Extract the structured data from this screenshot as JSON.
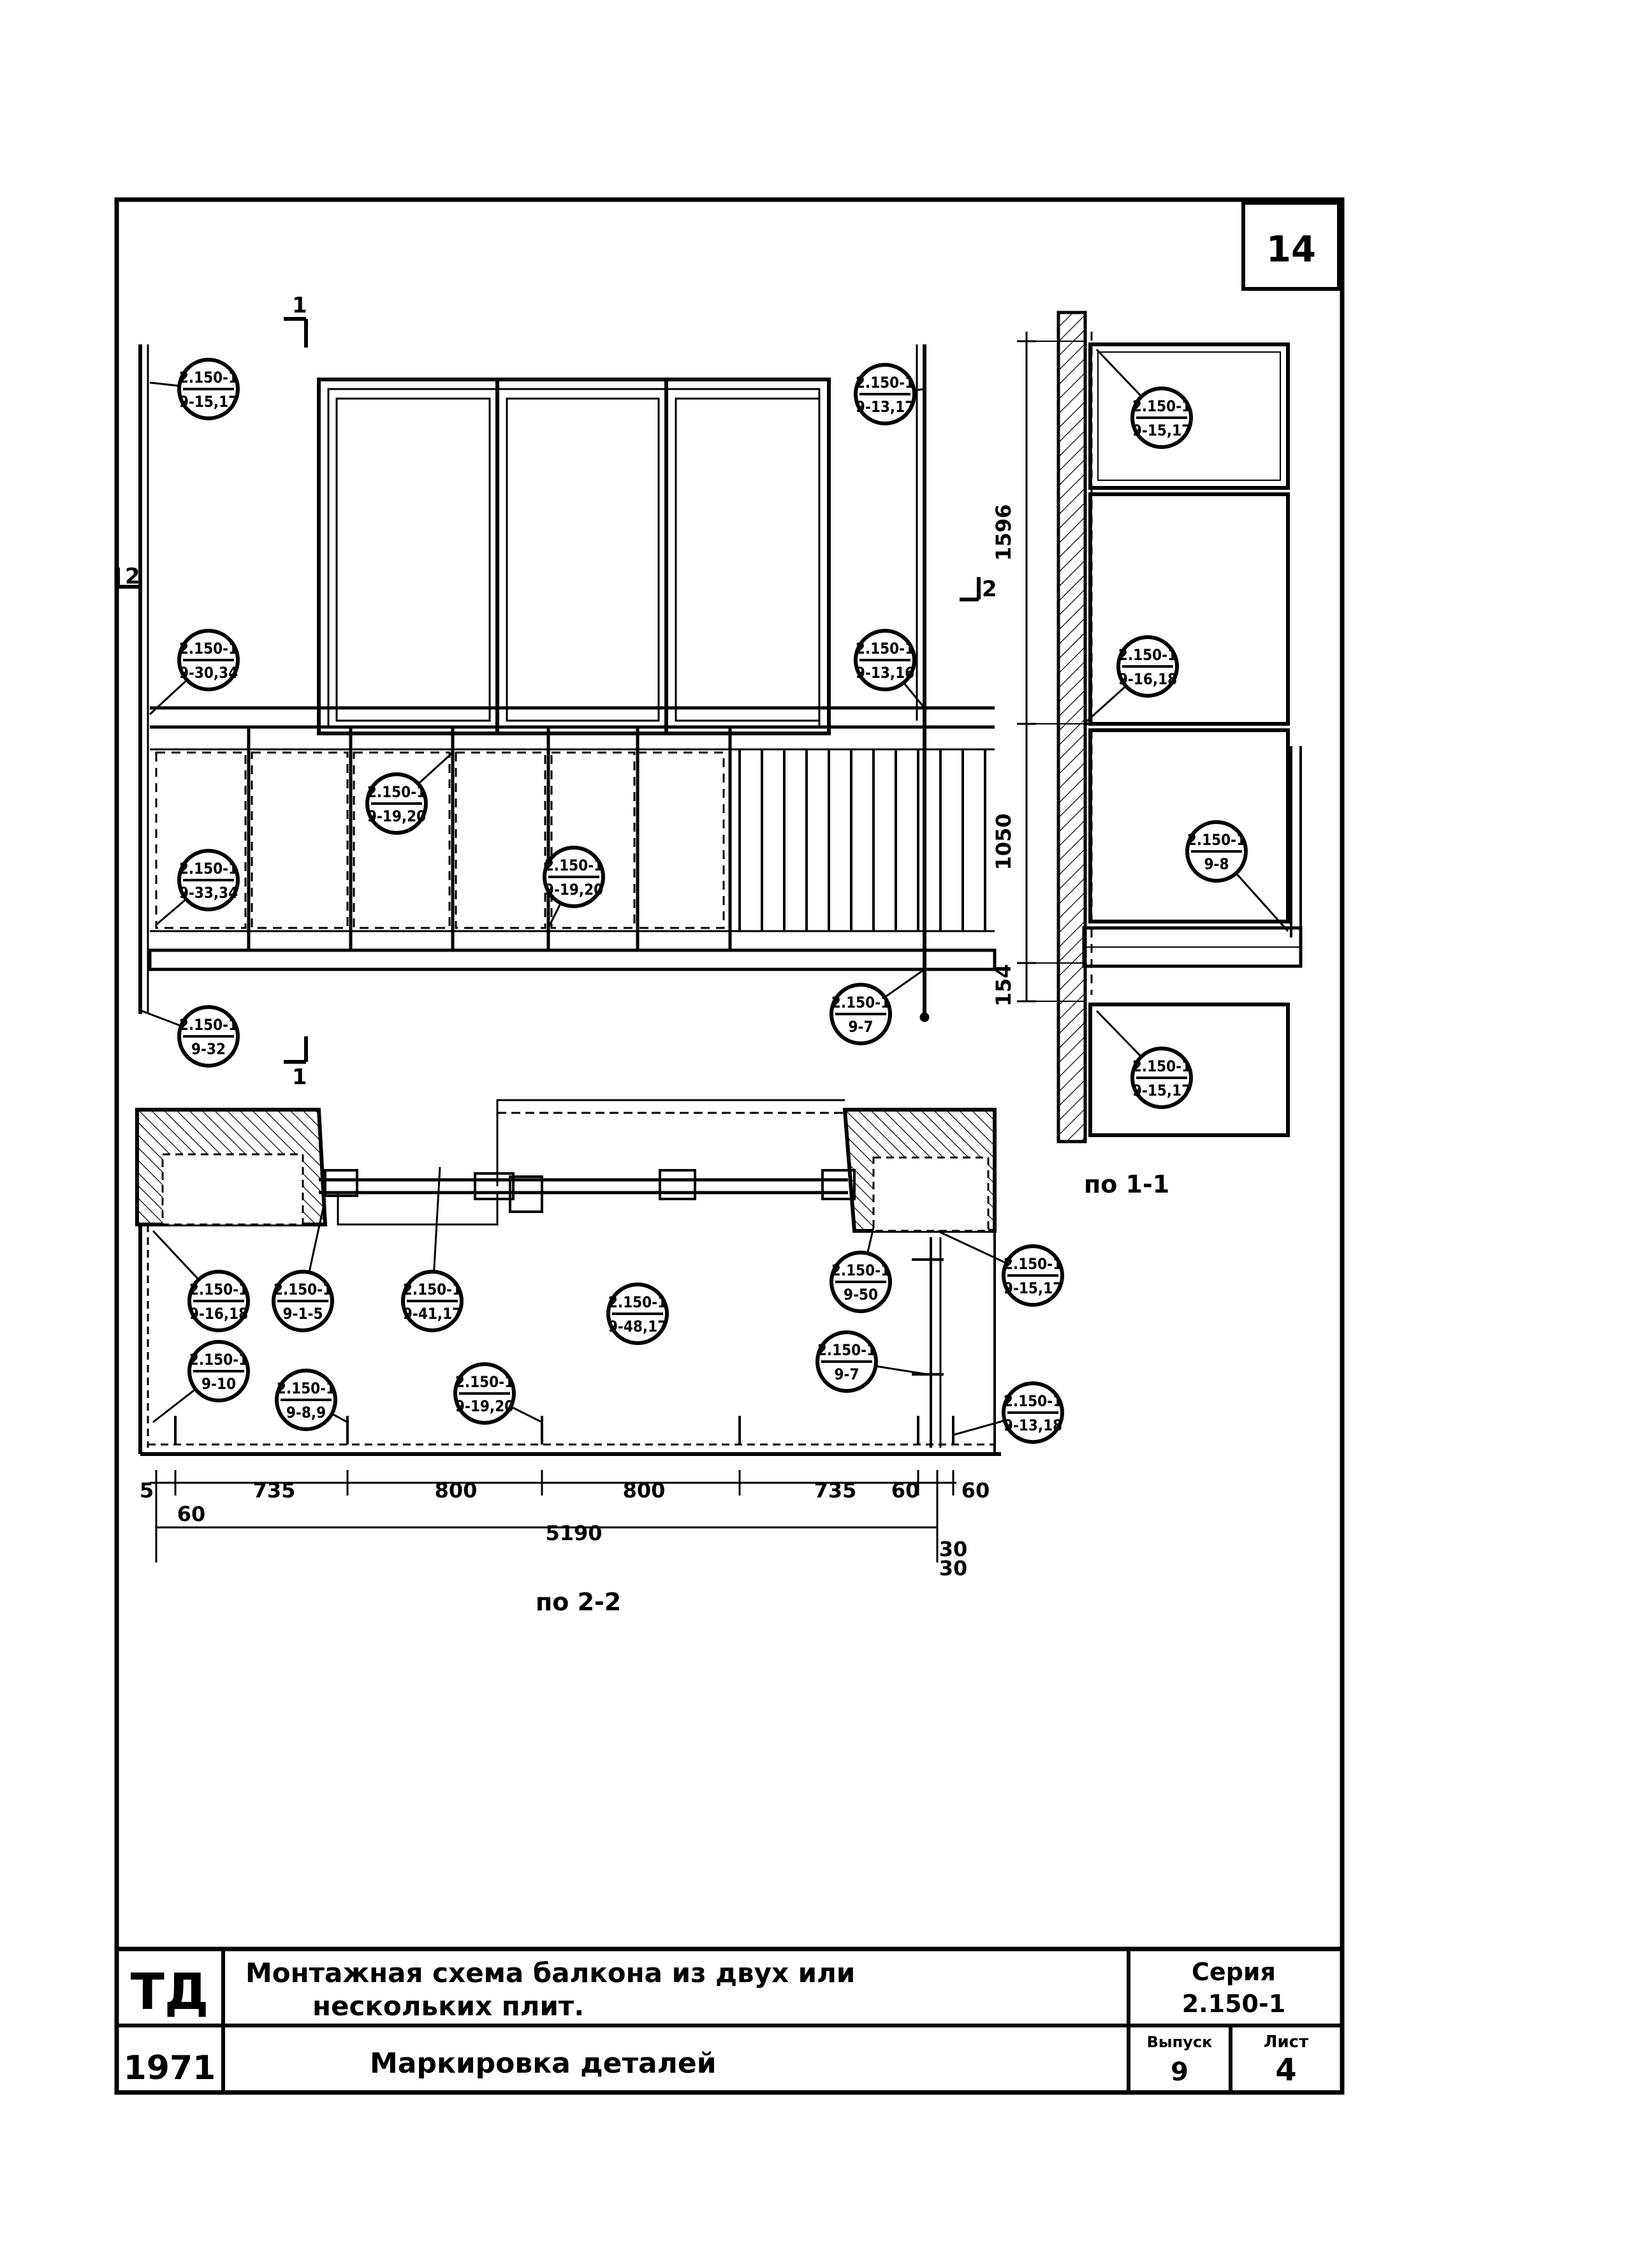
{
  "sheet": {
    "page_number": "14",
    "section_mark_1": "1",
    "section_mark_2": "2"
  },
  "views": {
    "section_1_1": "по 1-1",
    "section_2_2": "по 2-2"
  },
  "elevation_callouts": [
    {
      "top": "2.150-1",
      "bottom": "9-15,17"
    },
    {
      "top": "2.150-1",
      "bottom": "9-13,17"
    },
    {
      "top": "2.150-1",
      "bottom": "9-30,34"
    },
    {
      "top": "2.150-1",
      "bottom": "9-13,16"
    },
    {
      "top": "2.150-1",
      "bottom": "9-19,20"
    },
    {
      "top": "2.150-1",
      "bottom": "9-33,34"
    },
    {
      "top": "2.150-1",
      "bottom": "9-19,20"
    },
    {
      "top": "2.150-1",
      "bottom": "9-32"
    },
    {
      "top": "2.150-1",
      "bottom": "9-7"
    }
  ],
  "section_callouts": [
    {
      "top": "2.150-1",
      "bottom": "9-15,17"
    },
    {
      "top": "2.150-1",
      "bottom": "9-16,18"
    },
    {
      "top": "2.150-1",
      "bottom": "9-8"
    },
    {
      "top": "2.150-1",
      "bottom": "9-15,17"
    }
  ],
  "plan_callouts": [
    {
      "top": "2.150-1",
      "bottom": "9-16,18"
    },
    {
      "top": "2.150-1",
      "bottom": "9-1-5"
    },
    {
      "top": "2.150-1",
      "bottom": "9-41,17"
    },
    {
      "top": "2.150-1",
      "bottom": "9-48,17"
    },
    {
      "top": "2.150-1",
      "bottom": "9-50"
    },
    {
      "top": "2.150-1",
      "bottom": "9-15,17"
    },
    {
      "top": "2.150-1",
      "bottom": "9-10"
    },
    {
      "top": "2.150-1",
      "bottom": "9-8,9"
    },
    {
      "top": "2.150-1",
      "bottom": "9-19,20"
    },
    {
      "top": "2.150-1",
      "bottom": "9-7"
    },
    {
      "top": "2.150-1",
      "bottom": "9-13,18"
    }
  ],
  "dimensions_vertical": [
    "1596",
    "1050",
    "154"
  ],
  "dimensions_plan": [
    "5",
    "735",
    "800",
    "800",
    "735",
    "60",
    "60",
    "60",
    "5190",
    "30",
    "30"
  ],
  "title_block": {
    "org": "ТД",
    "year": "1971",
    "title_line1": "Монтажная  схема  балкона  из двух  или",
    "title_line2": "нескольких   плит.",
    "subtitle": "Маркировка  деталей",
    "series_label": "Серия",
    "series_value": "2.150-1",
    "issue_label": "Выпуск",
    "issue_value": "9",
    "sheet_label": "Лист",
    "sheet_value": "4"
  }
}
